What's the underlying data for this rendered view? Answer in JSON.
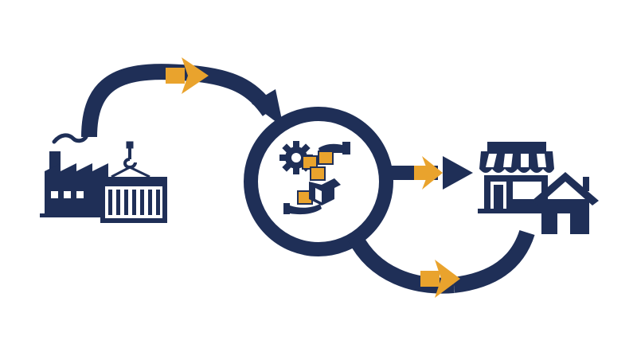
{
  "diagram": {
    "type": "supply-chain-flow",
    "colors": {
      "navy": "#1f2f57",
      "orange": "#e9a32d",
      "background": "#ffffff"
    },
    "nodes": [
      {
        "id": "origin",
        "icons": [
          "factory-icon",
          "crane-hook-icon",
          "shipping-container-icon"
        ]
      },
      {
        "id": "hub",
        "icons": [
          "magnifier-ring-icon",
          "gear-icon",
          "boxes-icon",
          "open-box-icon",
          "hand-receiving-icon",
          "hand-giving-icon"
        ]
      },
      {
        "id": "retail",
        "icons": [
          "storefront-icon"
        ]
      },
      {
        "id": "home",
        "icons": [
          "house-icon"
        ]
      }
    ],
    "connectors": [
      {
        "from": "origin",
        "to": "hub",
        "icon": "curved-arrow-icon"
      },
      {
        "from": "hub",
        "to": "retail",
        "icon": "straight-arrow-icon"
      },
      {
        "from": "hub",
        "to": "home",
        "icon": "curved-arrow-icon"
      }
    ]
  }
}
